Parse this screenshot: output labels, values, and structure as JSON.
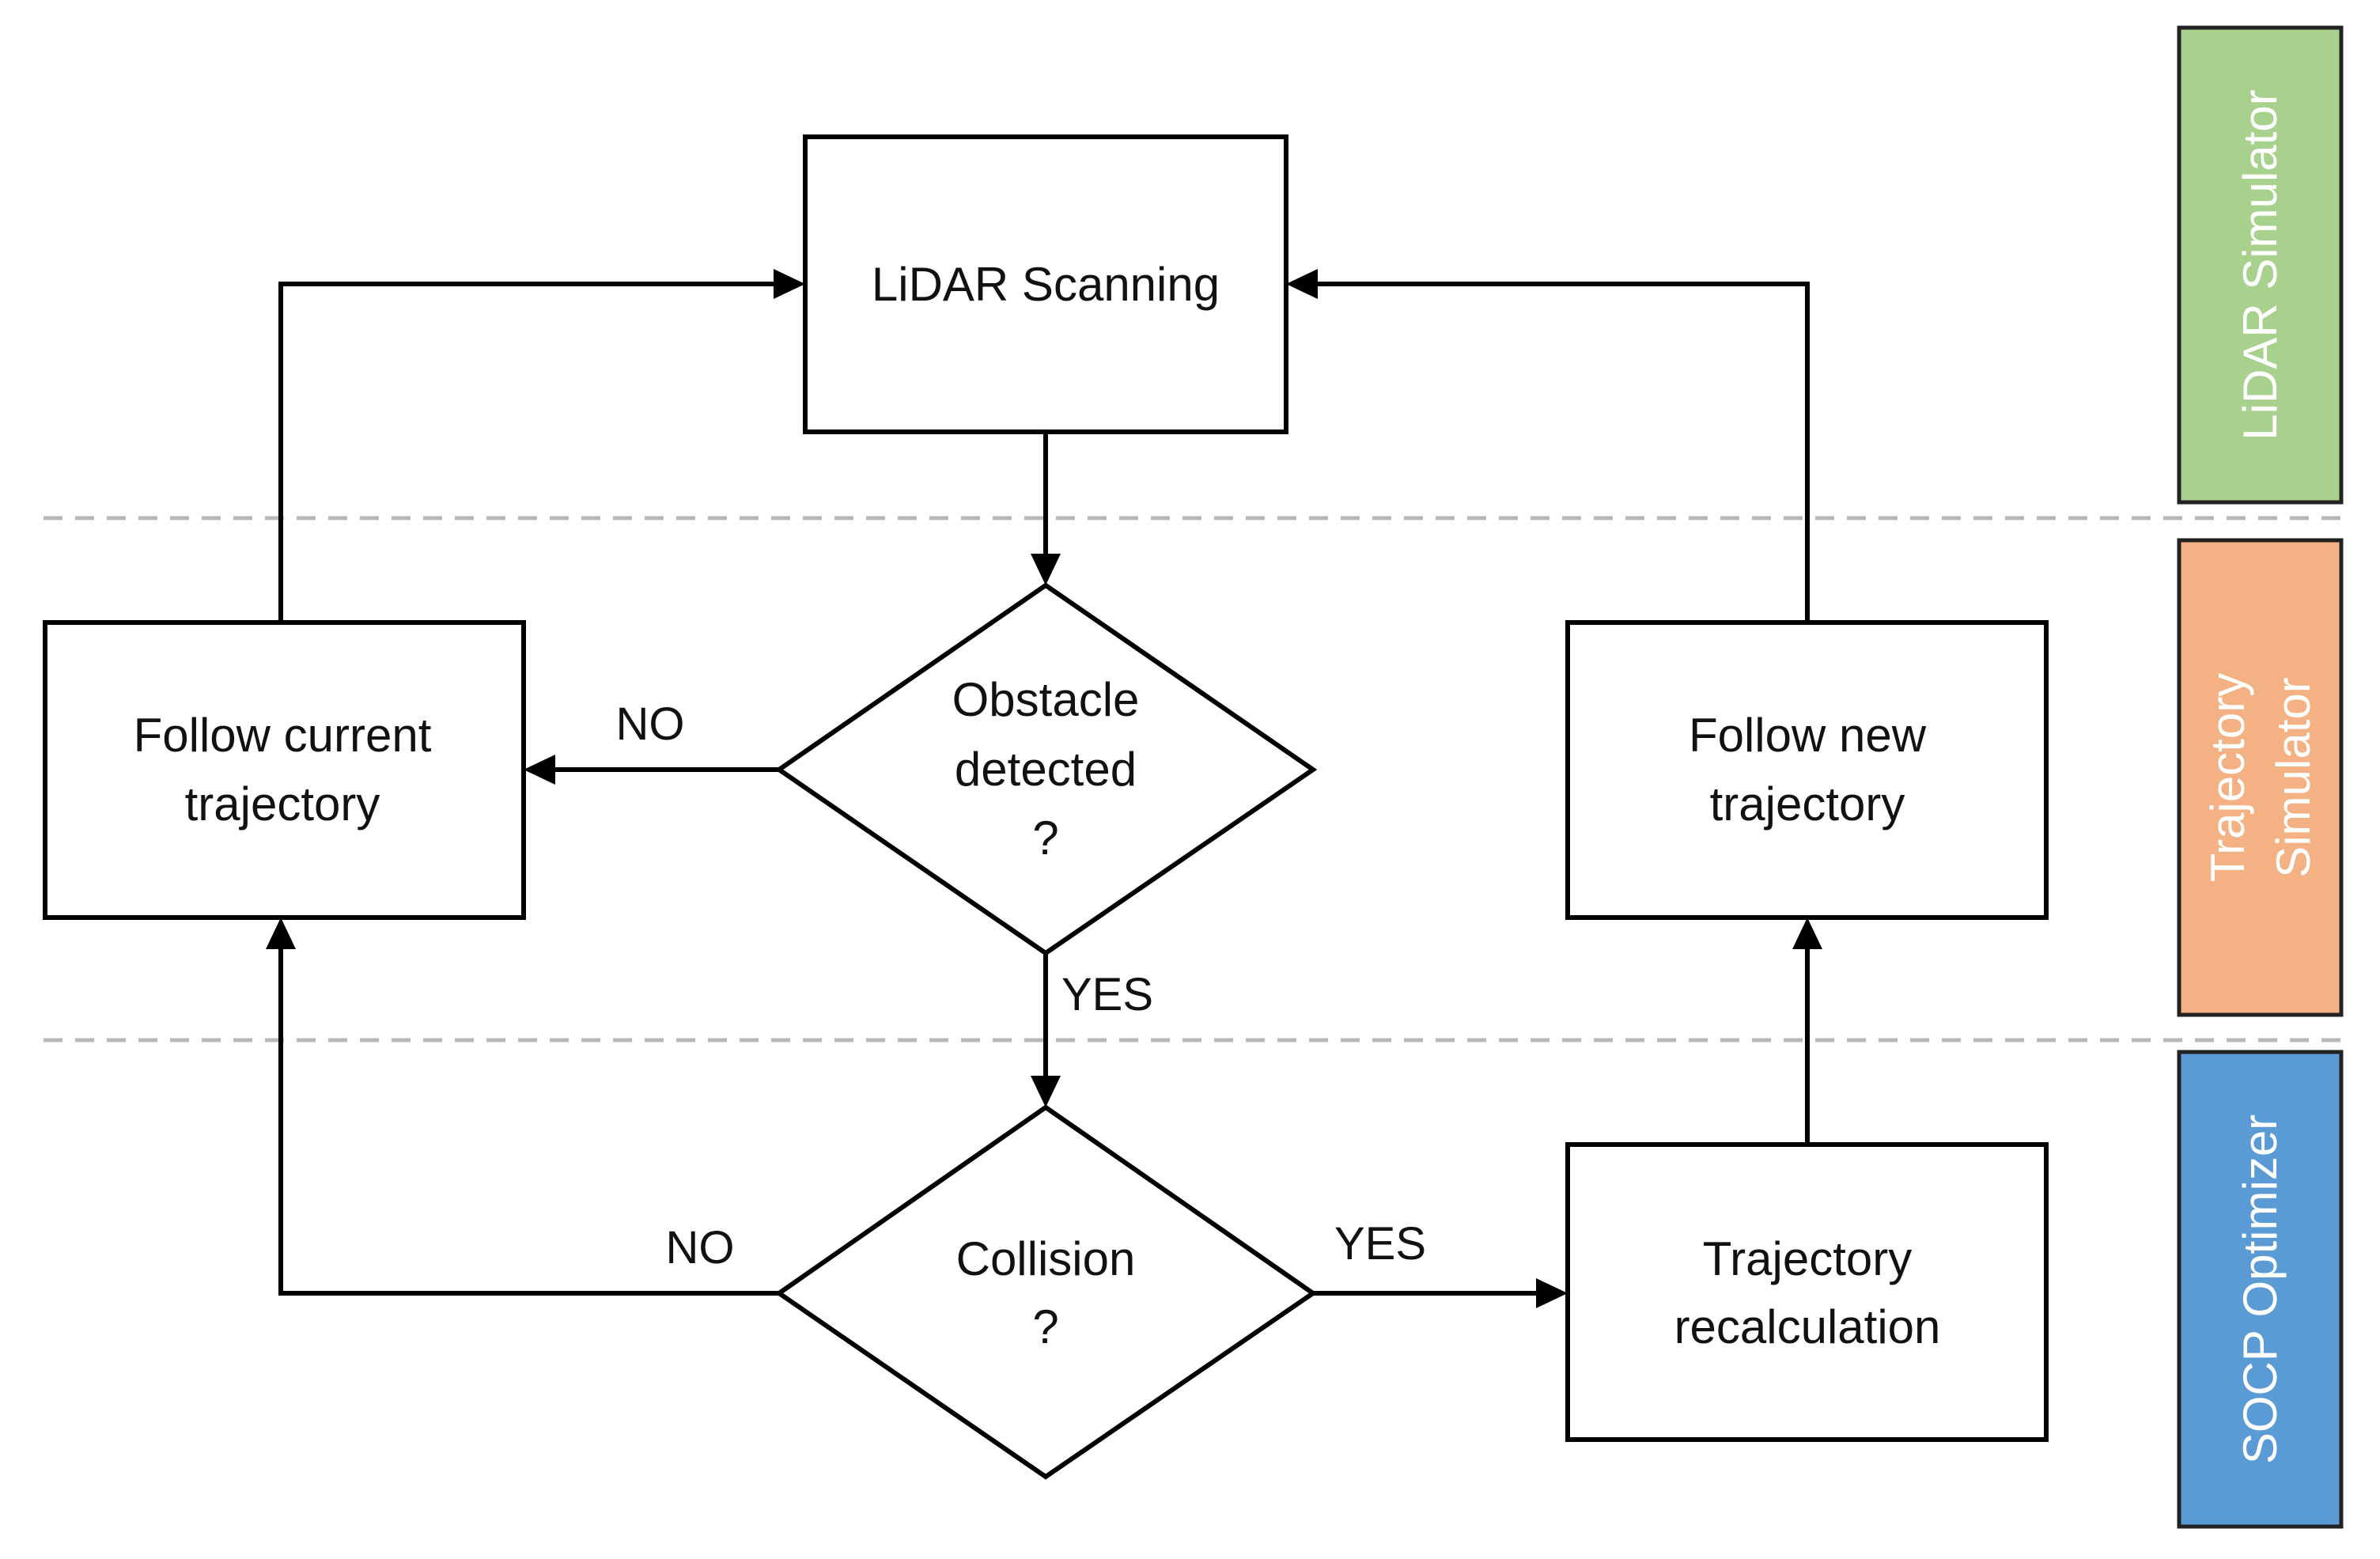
{
  "colors": {
    "lane_lidar": "#a9d18e",
    "lane_trajectory": "#f4b183",
    "lane_socp": "#5b9bd5"
  },
  "lanes": {
    "lidar": "LiDAR Simulator",
    "trajectory_line1": "Trajectory",
    "trajectory_line2": "Simulator",
    "socp": "SOCP Optimizer"
  },
  "nodes": {
    "lidar_scanning": "LiDAR Scanning",
    "obstacle_line1": "Obstacle",
    "obstacle_line2": "detected",
    "obstacle_line3": "?",
    "follow_current_line1": "Follow current",
    "follow_current_line2": "trajectory",
    "follow_new_line1": "Follow new",
    "follow_new_line2": "trajectory",
    "collision_line1": "Collision",
    "collision_line2": "?",
    "recalc_line1": "Trajectory",
    "recalc_line2": "recalculation"
  },
  "edges": {
    "obstacle_no": "NO",
    "obstacle_yes": "YES",
    "collision_no": "NO",
    "collision_yes": "YES"
  }
}
